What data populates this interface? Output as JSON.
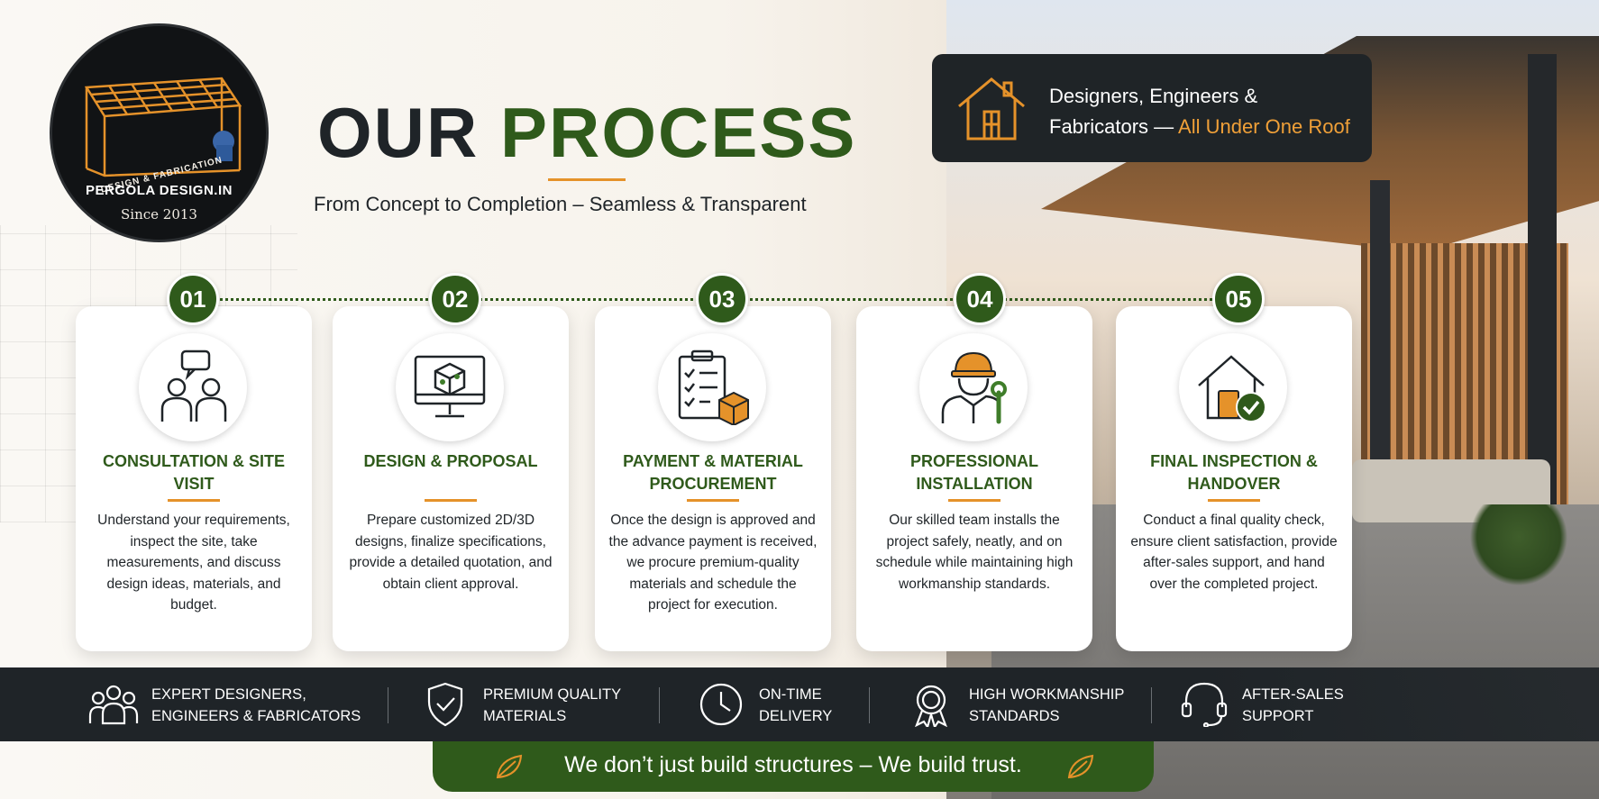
{
  "logo": {
    "arc_text": "DESIGN & FABRICATION",
    "brand": "PERGOLA DESIGN.IN",
    "since": "Since 2013"
  },
  "header": {
    "title_word1": "OUR",
    "title_word2": "PROCESS",
    "subtitle": "From Concept to Completion – Seamless & Transparent"
  },
  "banner": {
    "line1": "Designers, Engineers &",
    "line2_prefix": "Fabricators — ",
    "line2_accent": "All Under One Roof"
  },
  "steps": [
    {
      "number": "01",
      "title": "CONSULTATION & SITE VISIT",
      "description": "Understand your requirements, inspect the site, take measurements, and discuss design ideas, materials, and budget.",
      "icon": "consultation-icon"
    },
    {
      "number": "02",
      "title": "DESIGN & PROPOSAL",
      "description": "Prepare customized 2D/3D designs, finalize specifications, provide a detailed quotation, and obtain client approval.",
      "icon": "monitor-cube-icon"
    },
    {
      "number": "03",
      "title": "PAYMENT & MATERIAL PROCUREMENT",
      "description": "Once the design is approved and the advance payment is received, we procure premium-quality materials and schedule the project for execution.",
      "icon": "clipboard-box-icon"
    },
    {
      "number": "04",
      "title": "PROFESSIONAL INSTALLATION",
      "description": "Our skilled team installs the project safely, neatly, and on schedule while maintaining high workmanship standards.",
      "icon": "worker-icon"
    },
    {
      "number": "05",
      "title": "FINAL INSPECTION & HANDOVER",
      "description": "Conduct a final quality check, ensure client satisfaction, provide after-sales support, and hand over the completed project.",
      "icon": "house-check-icon"
    }
  ],
  "features": [
    {
      "line1": "EXPERT DESIGNERS,",
      "line2": "ENGINEERS & FABRICATORS",
      "icon": "team-icon"
    },
    {
      "line1": "PREMIUM QUALITY",
      "line2": "MATERIALS",
      "icon": "shield-check-icon"
    },
    {
      "line1": "ON-TIME",
      "line2": "DELIVERY",
      "icon": "clock-icon"
    },
    {
      "line1": "HIGH WORKMANSHIP",
      "line2": "STANDARDS",
      "icon": "award-icon"
    },
    {
      "line1": "AFTER-SALES",
      "line2": "SUPPORT",
      "icon": "headset-icon"
    }
  ],
  "trust": {
    "text": "We don’t just build structures – We build trust."
  },
  "colors": {
    "green": "#2f5a1b",
    "orange": "#e5922a",
    "dark": "#1f2428"
  }
}
